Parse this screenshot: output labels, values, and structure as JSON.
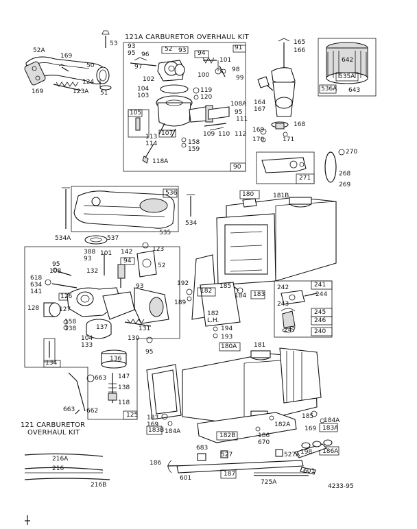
{
  "doc_number": "4233-95",
  "kit_labels": {
    "kit_121a": "121A CARBURETOR OVERHAUL KIT",
    "kit_121_line1": "121 CARBURETOR",
    "kit_121_line2": "OVERHAUL KIT"
  },
  "callouts": {
    "c52a": "52A",
    "c169a": "169",
    "c50": "50",
    "c53": "53",
    "c124": "124",
    "c169b": "169",
    "c123a": "123A",
    "c51": "51",
    "c93a": "93",
    "c95a": "95",
    "c96": "96",
    "c97": "97",
    "c52b": "52",
    "c93b": "93",
    "c94a": "94",
    "c91": "91",
    "c101a": "101",
    "c98": "98",
    "c100": "100",
    "c99": "99",
    "c102": "102",
    "c104a": "104",
    "c103": "103",
    "c119": "119",
    "c120": "120",
    "c108a": "108A",
    "c95b": "95",
    "c111": "111",
    "c105": "105",
    "c109": "109",
    "c110": "110",
    "c112": "112",
    "c107": "107",
    "c113": "113",
    "c114": "114",
    "c158": "158",
    "c159": "159",
    "c118a": "118A",
    "c90": "90",
    "c165": "165",
    "c166": "166",
    "c164": "164",
    "c167": "167",
    "c168": "168",
    "c169c": "169",
    "c170": "170",
    "c171": "171",
    "c642": "642",
    "c535a": "535A",
    "c536a": "536A",
    "c643": "643",
    "c270": "270",
    "c271": "271",
    "c268": "268",
    "c269": "269",
    "c536": "536",
    "c534": "534",
    "c535": "535",
    "c534a": "534A",
    "c537": "537",
    "c180": "180",
    "c181b": "181B",
    "c123b": "123",
    "c52c": "52",
    "c142": "142",
    "c101b": "101",
    "c94b": "94",
    "c388": "388",
    "c93c": "93",
    "c132": "132",
    "c95c": "95",
    "c108": "108",
    "c618": "618",
    "c634": "634",
    "c141": "141",
    "c126": "126",
    "c93d": "93",
    "c128": "128",
    "c127": "127",
    "c158b": "158",
    "c138a": "138",
    "c131": "131",
    "c137": "137",
    "c104b": "104",
    "c133": "133",
    "c130": "130",
    "c95d": "95",
    "c136": "136",
    "c134": "134",
    "c192": "192",
    "c189": "189",
    "c182": "182",
    "c182lh": "L.H.",
    "c185a": "185",
    "c184a": "184",
    "c183": "183",
    "c194": "194",
    "c193": "193",
    "c241": "241",
    "c242": "242",
    "c244": "244",
    "c243": "243",
    "c245": "245",
    "c246": "246",
    "c247": "247",
    "c240": "240",
    "c663a": "663",
    "c147": "147",
    "c138b": "138",
    "c118": "118",
    "c663b": "663",
    "c662": "662",
    "c125": "125",
    "c180a": "180A",
    "c181": "181",
    "c183b": "183",
    "c169d": "169",
    "c183b2": "183B",
    "c184b": "184A",
    "c182b": "182B",
    "c186a": "186",
    "c670": "670",
    "c182a": "182A",
    "c185b": "185",
    "c169e": "169",
    "c184c": "184A",
    "c183a": "183A",
    "c198": "198",
    "c186b": "186A",
    "c683": "683",
    "c527": "527",
    "c527a": "527A",
    "c216a": "216A",
    "c216": "216",
    "c216b": "216B",
    "c186c": "186",
    "c601a": "601",
    "c187": "187",
    "c601b": "601",
    "c725a": "725A"
  }
}
